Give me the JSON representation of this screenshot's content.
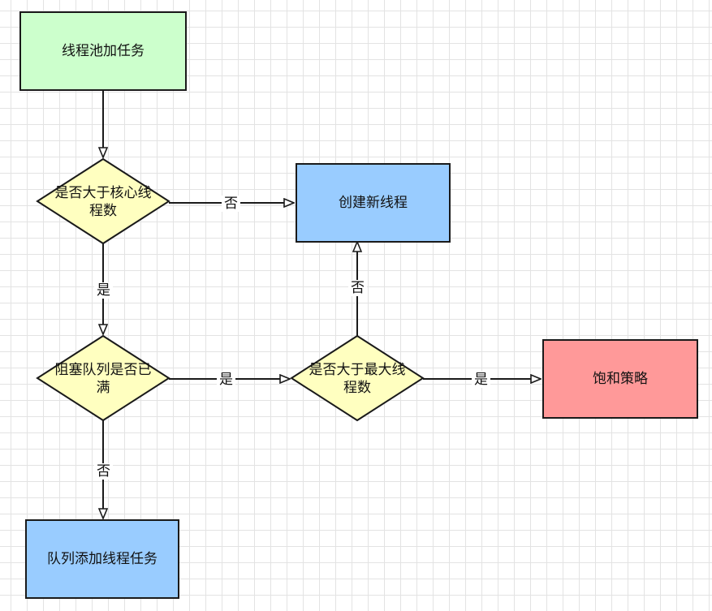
{
  "nodes": {
    "start": "线程池加任务",
    "check_core": "是否大于核心线程数",
    "create_thread": "创建新线程",
    "check_queue": "阻塞队列是否已满",
    "check_max": "是否大于最大线程数",
    "saturation": "饱和策略",
    "add_to_queue": "队列添加线程任务"
  },
  "edges": {
    "core_no": "否",
    "core_yes": "是",
    "queue_yes": "是",
    "queue_no": "否",
    "max_no": "否",
    "max_yes": "是"
  },
  "colors": {
    "start": "#ccffcc",
    "decision": "#ffffc0",
    "action": "#99ccff",
    "saturation": "#ff9999"
  }
}
